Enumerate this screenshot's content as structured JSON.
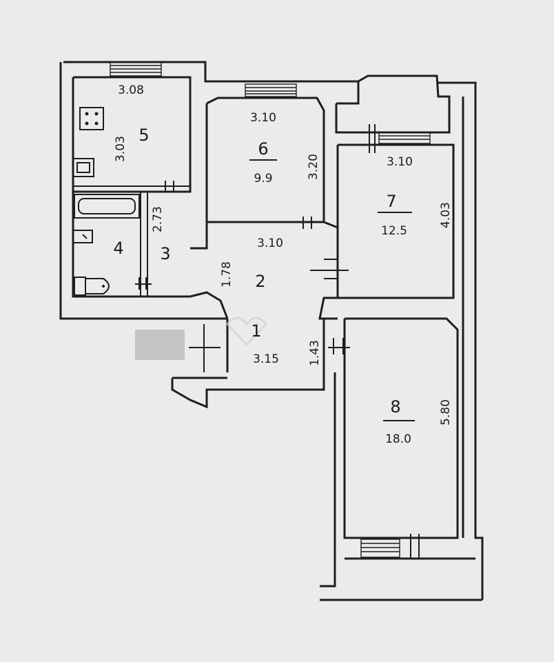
{
  "rooms": {
    "r1": {
      "number": "1",
      "width": "3.15",
      "depth": "1.43"
    },
    "r2": {
      "number": "2",
      "width": "3.10",
      "depth": "1.78"
    },
    "r3": {
      "number": "3",
      "depth": "2.73"
    },
    "r4": {
      "number": "4"
    },
    "r5": {
      "number": "5",
      "width": "3.08",
      "depth": "3.03"
    },
    "r6": {
      "number": "6",
      "area": "9.9",
      "width": "3.10",
      "depth": "3.20"
    },
    "r7": {
      "number": "7",
      "area": "12.5",
      "width": "3.10",
      "depth": "4.03"
    },
    "r8": {
      "number": "8",
      "area": "18.0",
      "depth": "5.80"
    }
  },
  "colors": {
    "paper": "#ebebe9",
    "ink": "#1e1e1e",
    "redaction": "#c4c4c7"
  }
}
